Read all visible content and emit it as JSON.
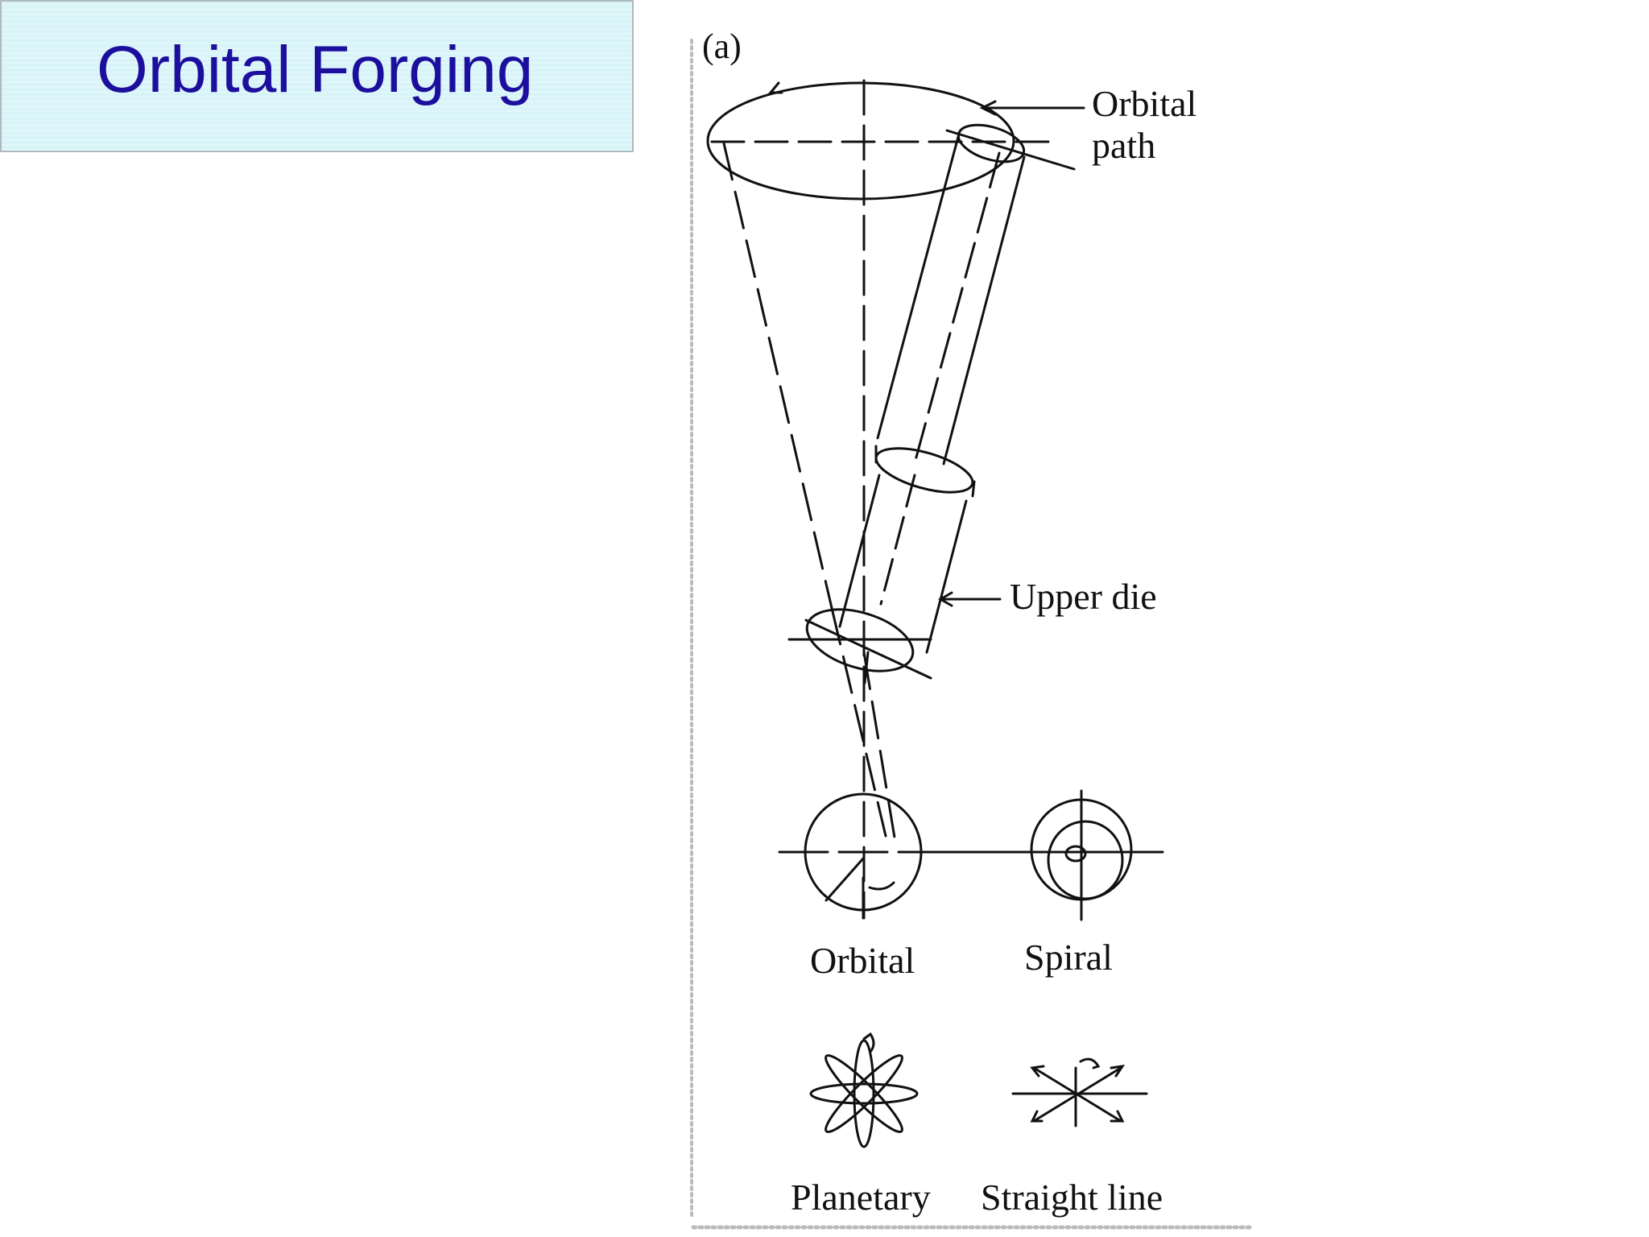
{
  "slide": {
    "title": "Orbital Forging"
  },
  "figure": {
    "panel_label": "(a)",
    "orbital_path_label_line1": "Orbital",
    "orbital_path_label_line2": "path",
    "upper_die_label": "Upper   die",
    "motion_labels": {
      "orbital": "Orbital",
      "spiral": "Spiral",
      "planetary": "Planetary",
      "straight_line": "Straight   line"
    }
  }
}
